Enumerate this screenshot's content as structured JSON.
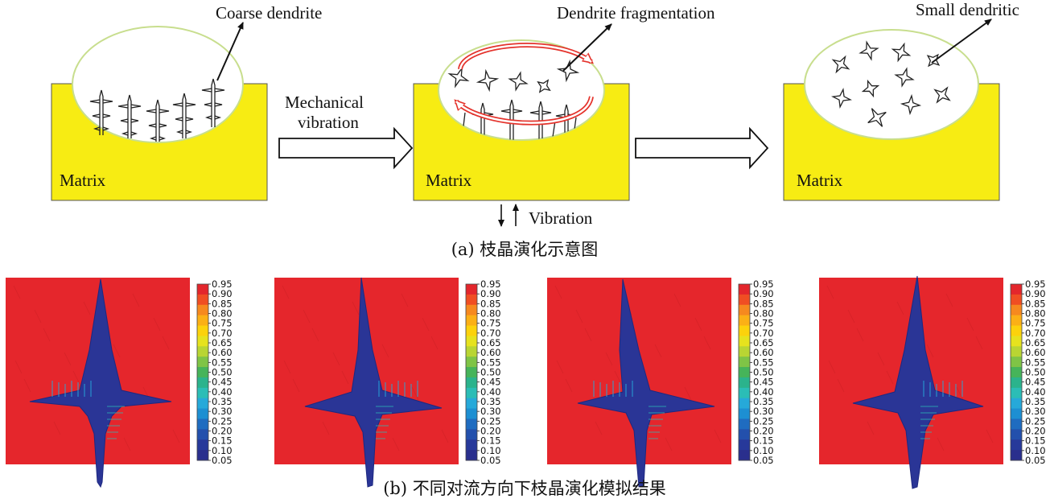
{
  "top": {
    "labels": {
      "coarse": "Coarse dendrite",
      "fragmentation": "Dendrite fragmentation",
      "small": "Small dendritic",
      "mech_line1": "Mechanical",
      "mech_line2": "vibration",
      "vibration": "Vibration"
    },
    "matrix_labels": [
      "Matrix",
      "Matrix",
      "Matrix"
    ],
    "caption": "(a) 枝晶演化示意图"
  },
  "bottom": {
    "colorbar_ticks": [
      "0.95",
      "0.90",
      "0.85",
      "0.80",
      "0.75",
      "0.70",
      "0.65",
      "0.60",
      "0.55",
      "0.50",
      "0.45",
      "0.40",
      "0.35",
      "0.30",
      "0.25",
      "0.20",
      "0.15",
      "0.10",
      "0.05"
    ],
    "caption": "(b) 不同对流方向下枝晶演化模拟结果"
  },
  "colors": {
    "matrix_yellow": "#f7ec13",
    "melt_pool_outline": "#c8de8e",
    "flow_red": "#e4332c",
    "field_red": "#e5262c",
    "dendrite_blue": "#2a3596"
  },
  "colorbar_colors": [
    "#e3262c",
    "#f04e23",
    "#f6891f",
    "#fbb016",
    "#fcd20c",
    "#e6e21e",
    "#b9d533",
    "#7fc446",
    "#46b45a",
    "#2bb38c",
    "#2bbdb6",
    "#26a9d9",
    "#1d8fd2",
    "#1f6cc0",
    "#2350ac",
    "#27399a",
    "#2a2f8d"
  ]
}
